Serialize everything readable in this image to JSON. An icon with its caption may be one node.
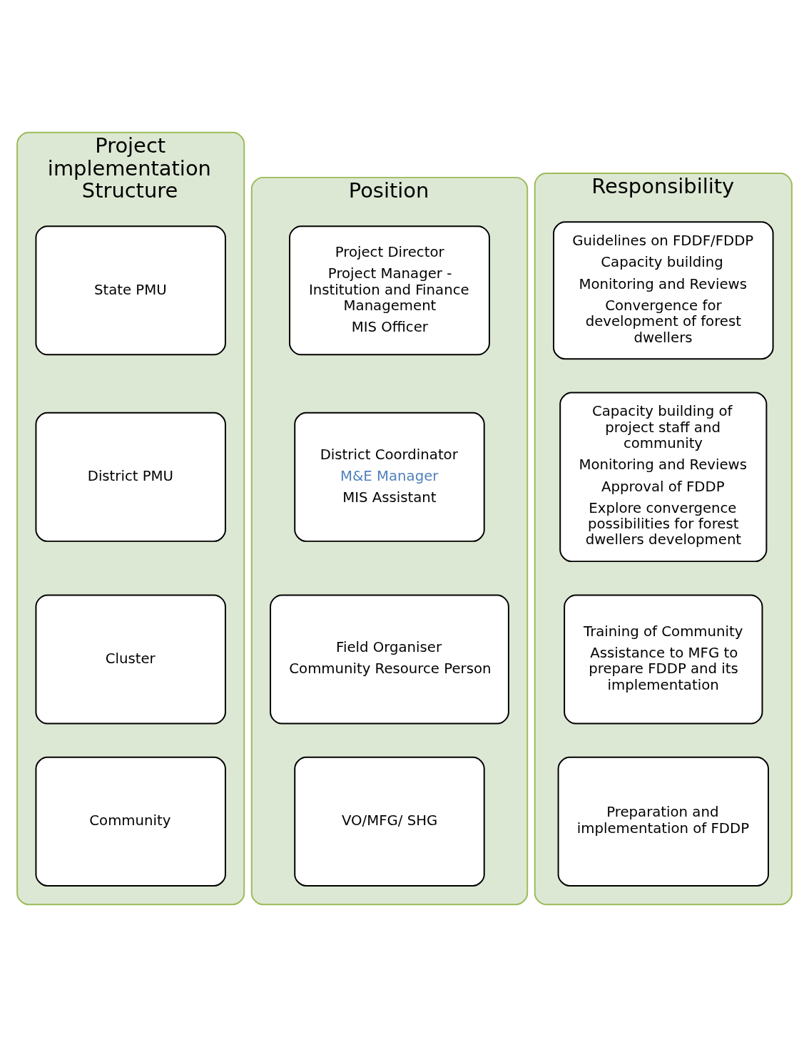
{
  "diagram": {
    "nodes": [
      {
        "text": [
          "Project implementation Structure"
        ]
      },
      {
        "text": [
          "State PMU"
        ],
        "in": 0
      },
      {
        "text": [
          "District PMU"
        ],
        "in": 0
      },
      {
        "text": [
          "Cluster"
        ],
        "in": 0
      },
      {
        "text": [
          "Community"
        ],
        "in": 0
      },
      {
        "text": [
          "Position"
        ]
      },
      {
        "text": [
          "Project Director",
          "Project Manager - Institution and Finance Management",
          "MIS Officer"
        ],
        "in": 5
      },
      {
        "text": [
          "District Coordinator",
          "M&E Manager",
          "MIS Assistant"
        ],
        "in": 5
      },
      {
        "text": [
          "Field Organiser",
          "Community Resource Person"
        ],
        "in": 5
      },
      {
        "text": [
          "VO/MFG/ SHG"
        ],
        "in": 5
      },
      {
        "text": [
          "Responsibility"
        ]
      },
      {
        "text": [
          "Guidelines on FDDF/FDDP",
          "Capacity building",
          "Monitoring and Reviews",
          "Convergence for development of forest dwellers"
        ],
        "in": 10
      },
      {
        "text": [
          "Capacity building of project staff and community",
          "Monitoring and Reviews",
          "Approval of FDDP",
          "Explore convergence possibilities for forest dwellers development"
        ],
        "in": 10
      },
      {
        "text": [
          "Training of Community",
          "Assistance to MFG to prepare FDDP and its implementation"
        ],
        "in": 10
      },
      {
        "text": [
          "Preparation and implementation of FDDP"
        ],
        "in": 10
      }
    ],
    "edges": []
  }
}
